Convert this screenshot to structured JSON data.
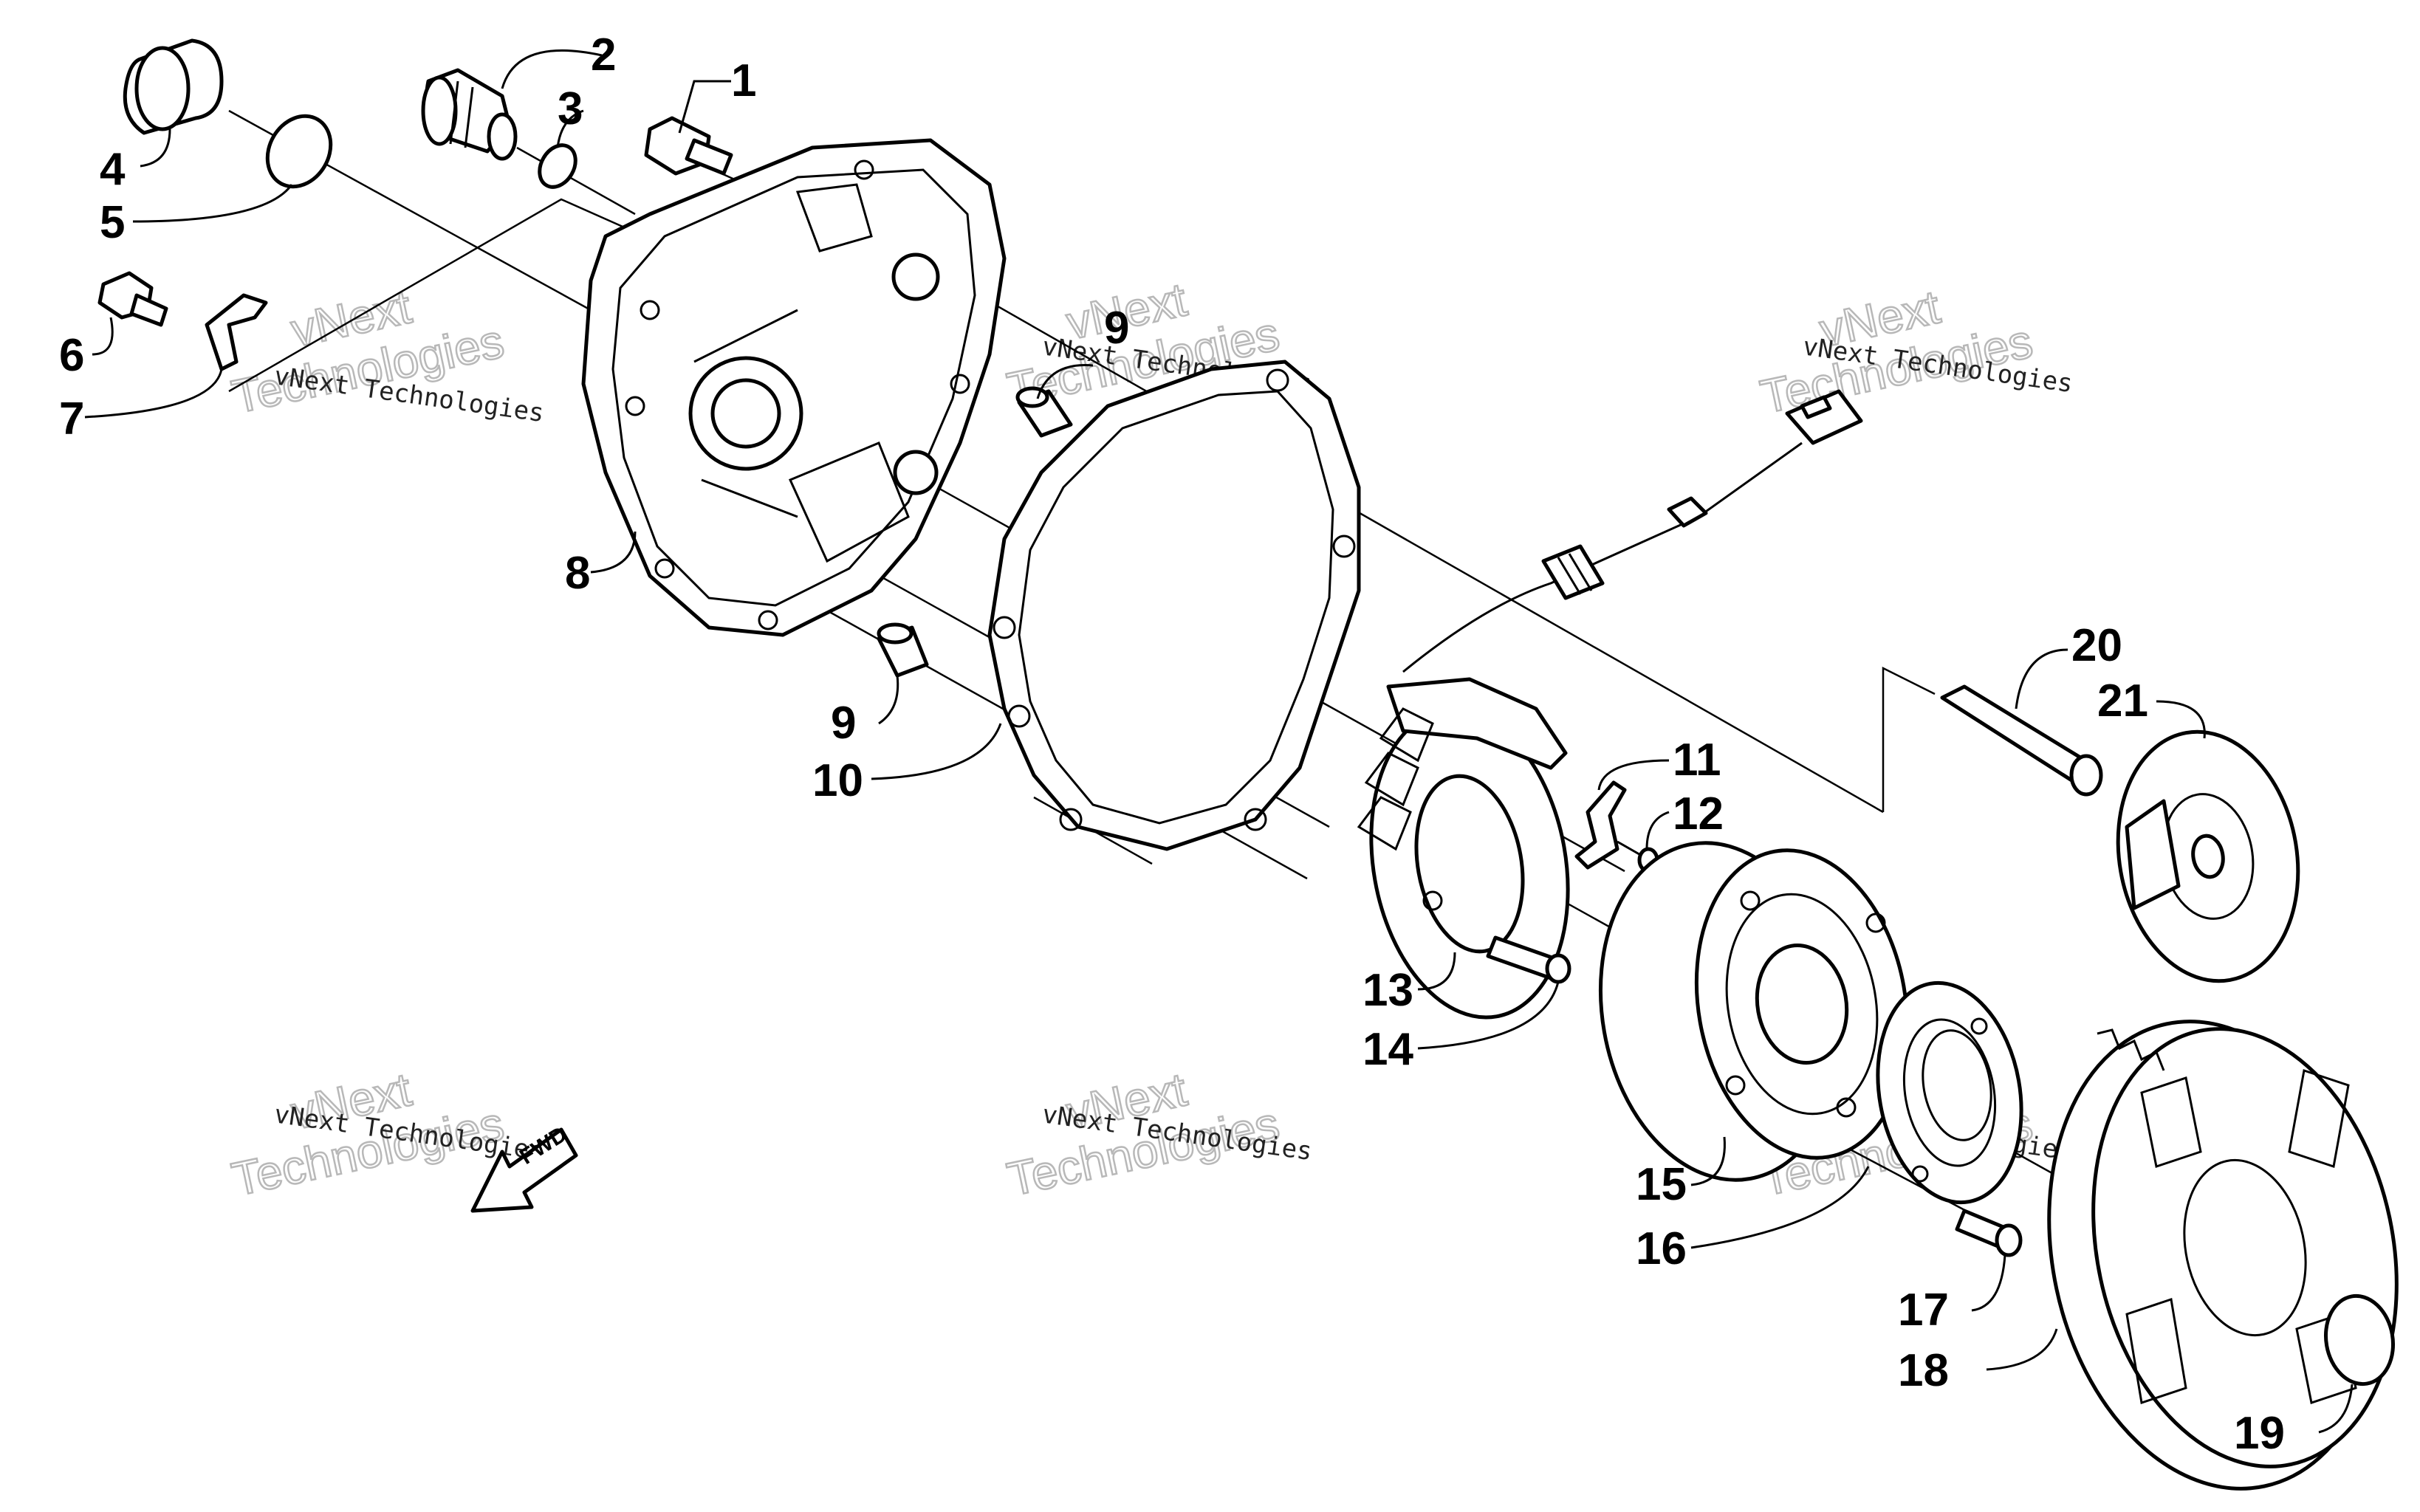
{
  "callouts": {
    "c1": "1",
    "c2": "2",
    "c3": "3",
    "c4": "4",
    "c5": "5",
    "c6": "6",
    "c7": "7",
    "c8": "8",
    "c9a": "9",
    "c9b": "9",
    "c10": "10",
    "c11": "11",
    "c12": "12",
    "c13": "13",
    "c14": "14",
    "c15": "15",
    "c16": "16",
    "c17": "17",
    "c18": "18",
    "c19": "19",
    "c20": "20",
    "c21": "21"
  },
  "watermark": {
    "small": "vNext Technologies",
    "line1": "vNext",
    "line2": "Technologies"
  },
  "direction_arrow": {
    "label": "FWD"
  },
  "colors": {
    "ink": "#000000",
    "watermark": "#b8b8b8",
    "background": "#ffffff"
  }
}
